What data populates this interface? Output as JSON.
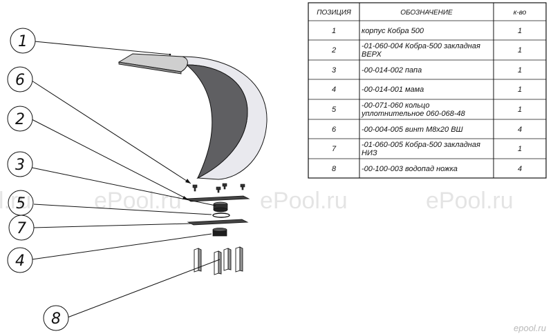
{
  "table": {
    "headers": [
      "ПОЗИЦИЯ",
      "ОБОЗНАЧЕНИЕ",
      "к-во"
    ],
    "rows": [
      {
        "pos": "1",
        "name": [
          "корпус Кобра 500"
        ],
        "qty": "1"
      },
      {
        "pos": "2",
        "name": [
          "-01-060-004 Кобра-500 закладная",
          "ВЕРХ"
        ],
        "qty": "1"
      },
      {
        "pos": "3",
        "name": [
          "-00-014-002 папа"
        ],
        "qty": "1"
      },
      {
        "pos": "4",
        "name": [
          "-00-014-001 мама"
        ],
        "qty": "1"
      },
      {
        "pos": "5",
        "name": [
          "-00-071-060 кольцо",
          "уплотнительное 060-068-48"
        ],
        "qty": "1"
      },
      {
        "pos": "6",
        "name": [
          "-00-004-005 винт М8х20 ВШ"
        ],
        "qty": "4"
      },
      {
        "pos": "7",
        "name": [
          "-01-060-005 Кобра-500 закладная",
          "НИЗ"
        ],
        "qty": "1"
      },
      {
        "pos": "8",
        "name": [
          "-00-100-003 водопад ножка"
        ],
        "qty": "4"
      }
    ]
  },
  "callouts": [
    "1",
    "6",
    "2",
    "3",
    "5",
    "7",
    "4",
    "8"
  ],
  "watermark": [
    "l.ru",
    "ePool.ru",
    "ePool.ru",
    "ePool.ru"
  ],
  "logo": "epool.ru",
  "colors": {
    "line": "#111111",
    "body_light": "#e6e6e6",
    "body_dark": "#5e5e5e",
    "grid": "#999999"
  }
}
